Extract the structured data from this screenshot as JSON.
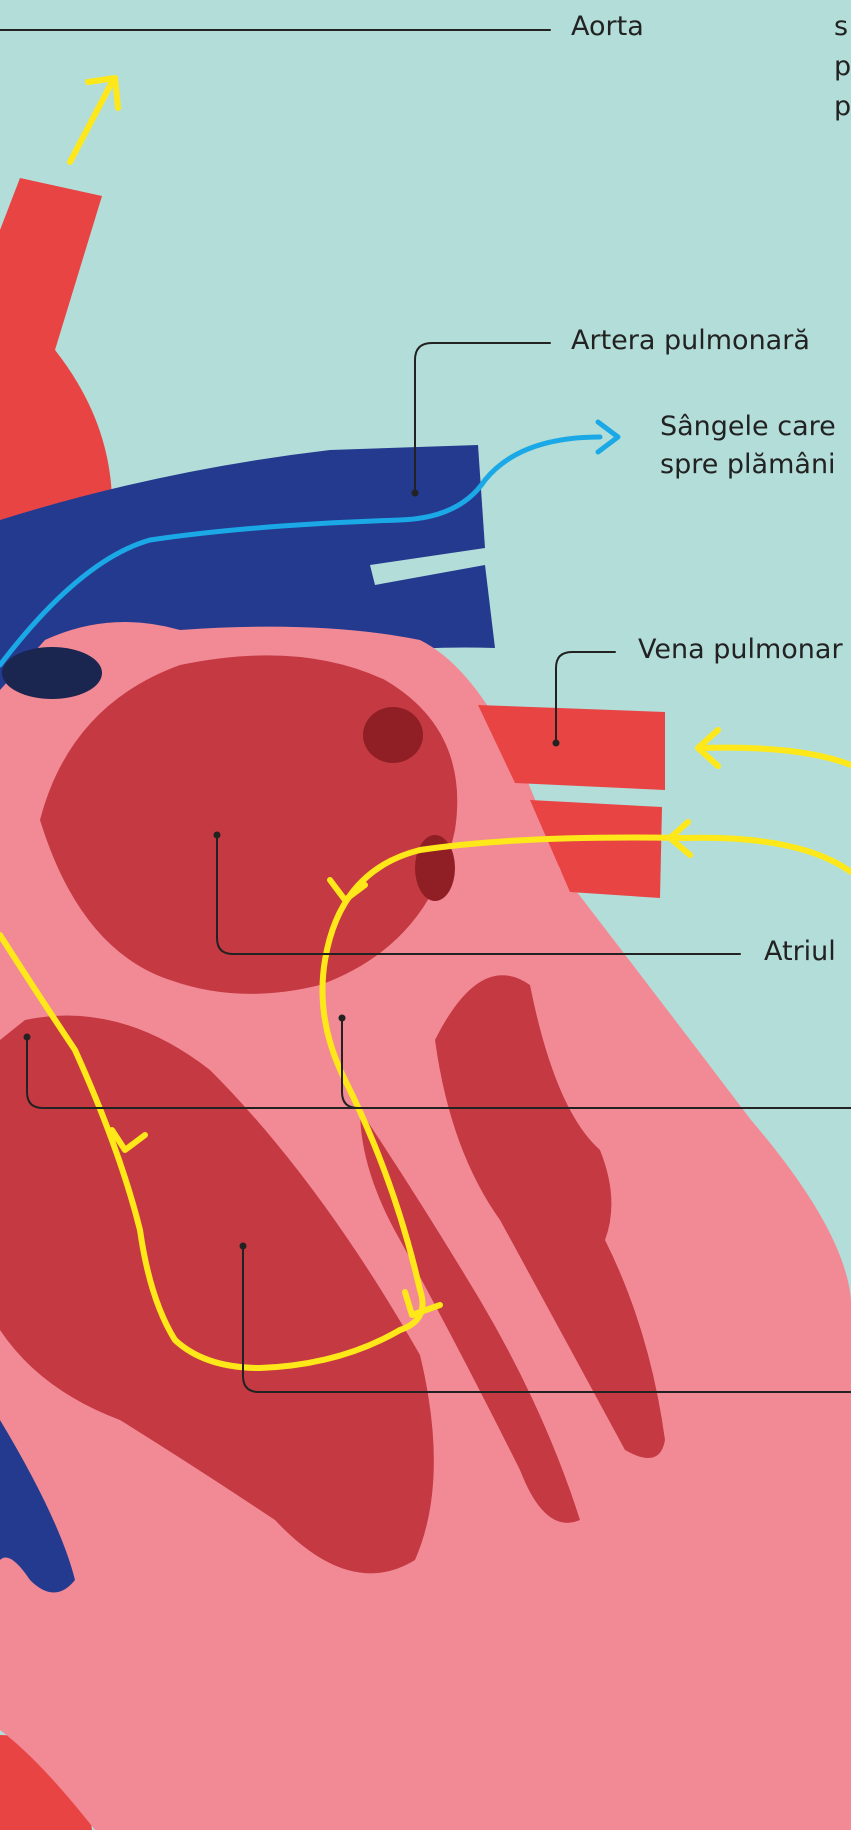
{
  "labels": {
    "aorta": "Aorta",
    "pulmonary_artery": "Artera pulmonară",
    "blood_to_lungs_line1": "Sângele care",
    "blood_to_lungs_line2": "spre plămâni",
    "pulmonary_vein": "Vena pulmonar",
    "atrium": "Atriul",
    "top_right_fragment_1": "s",
    "top_right_fragment_2": "p",
    "top_right_fragment_3": "p"
  },
  "colors": {
    "background": "#b3ddd8",
    "oxygenated_vessel": "#e94444",
    "deoxygenated_vessel": "#243a8f",
    "heart_outer": "#f28a96",
    "heart_chamber": "#c53a42",
    "heart_dark_spot": "#8f1f25",
    "flow_arrow_oxygenated": "#ffe81a",
    "flow_arrow_to_lungs": "#1aa9e6",
    "leader_line": "#222222"
  }
}
